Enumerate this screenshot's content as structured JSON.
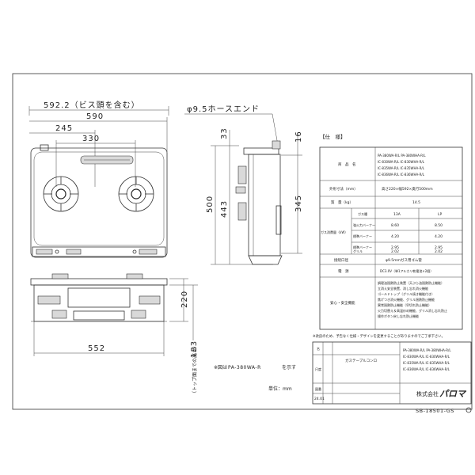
{
  "dimensions": {
    "overall_width_incl_screw": "592.2（ビス頭を含む）",
    "top_width": "590",
    "burner_offset": "245",
    "burner_span": "330",
    "bottom_width": "552",
    "hose_end": "φ9.5ホースエンド",
    "side_top_33": "33",
    "side_top_16": "16",
    "depth_500": "500",
    "depth_443": "443",
    "depth_345": "345",
    "height_220": "220",
    "height_183": "183",
    "height_183_note": "（トップ面までの高さ）"
  },
  "drawing_notes": {
    "model_shown_prefix": "※図は",
    "model_shown_model": "PA-380WA-R",
    "model_shown_suffix": "を示す",
    "unit_label": "単位：mm"
  },
  "spec_table": {
    "title": "【仕　様】",
    "product_name_label": "商　品　名",
    "product_names": [
      "PA-380WA-R/L  PA-380WHA-R/L",
      "IC-830WA-R/L  IC-830WHA-R/L",
      "IC-835WA-R/L  IC-835WHA-R/L",
      "IC-836WA-R/L  IC-836WHA-R/L"
    ],
    "outer_dims_label": "外形寸法（mm）",
    "outer_dims_value": "高さ220×幅592×奥行500mm",
    "weight_label": "質　量（kg）",
    "weight_value": "14.5",
    "gas_type_label": "ガス種",
    "gas_13a": "13A",
    "gas_lp": "LP",
    "consumption_label": "ガス消費量（kW）",
    "rows": [
      {
        "label": "強火力バーナー",
        "v13a": "8.60",
        "vlp": "8.50"
      },
      {
        "label": "標準バーナー",
        "v13a": "4.20",
        "vlp": "4.20"
      },
      {
        "label": "標準バーナー",
        "v13a": "2.95",
        "vlp": "2.95"
      },
      {
        "label": "グリル",
        "v13a": "2.02",
        "vlp": "2.02"
      }
    ],
    "connection_label": "接続口径",
    "connection_value": "φ9.5mmガス用ゴム管",
    "power_label": "電　源",
    "power_value": "DC3.0V（単1アルカリ乾電池×2個）",
    "safety_label": "安心・安全機能",
    "safety_items": [
      "調理油過熱防止装置（天ぷら油過熱防止機能）",
      "立消え安全装置、消し忘れ消火機能",
      "ゴールドトップ（グリル焼き機能付き）",
      "焦げつき消火機能、グリル過熱防止機能",
      "異常過熱防止機能（早切れ防止機能）",
      "火力切替え＆高温炒め機能、グリル消し忘れ防止",
      "操作ボタン戻し忘れ防止機能"
    ]
  },
  "title_block": {
    "note": "※改良のため、予告なく仕様・デザインを変更することがありますのでご了承下さい。",
    "row_labels": [
      "名",
      "尺度",
      "図番"
    ],
    "item_name": "ガステーブルコンロ",
    "models": [
      "PA-380WA-R/L  PA-380WHA-R/L",
      "IC-830WA-R/L  IC-830WHA-R/L",
      "IC-835WA-R/L  IC-835WHA-R/L",
      "IC-836WA-R/L  IC-836WHA-R/L"
    ],
    "date": "24.01",
    "company": "株式会社",
    "brand_logo_text": "パロマ",
    "drawing_number": "SB-18501-GS"
  }
}
